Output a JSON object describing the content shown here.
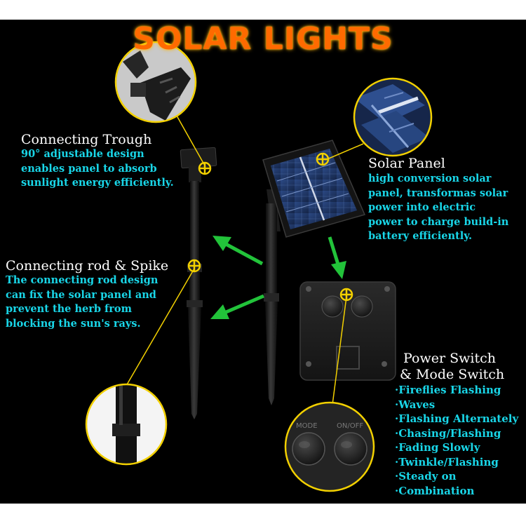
{
  "title": "SOLAR LIGHTS",
  "callouts": {
    "trough": {
      "heading": "Connecting Trough",
      "lines": [
        "90° adjustable design",
        "enables panel to absorb",
        "sunlight energy efficiently."
      ]
    },
    "rod": {
      "heading": "Connecting rod & Spike",
      "lines": [
        "The connecting rod design",
        "can fix the solar panel and",
        "prevent the herb from",
        "blocking the sun's rays."
      ]
    },
    "panel": {
      "heading": "Solar Panel",
      "lines": [
        "high conversion solar",
        "panel, transformas solar",
        "power into electric",
        "power to charge build-in",
        "battery efficiently."
      ]
    },
    "switch": {
      "heading_line1": "Power Switch",
      "heading_line2": "& Mode Switch",
      "modes": [
        "·Fireflies Flashing",
        "·Waves",
        "·Flashing Alternately",
        "·Chasing/Flashing",
        "·Fading Slowly",
        "·Twinkle/Flashing",
        "·Steady on",
        "·Combination"
      ]
    }
  },
  "button_labels": {
    "mode": "MODE",
    "onoff": "ON/OFF"
  },
  "colors": {
    "title_orange": "#ff6a00",
    "description_cyan": "#19d6e8",
    "callout_yellow": "#f2d000",
    "arrow_green": "#22c33a",
    "background": "#000000"
  }
}
